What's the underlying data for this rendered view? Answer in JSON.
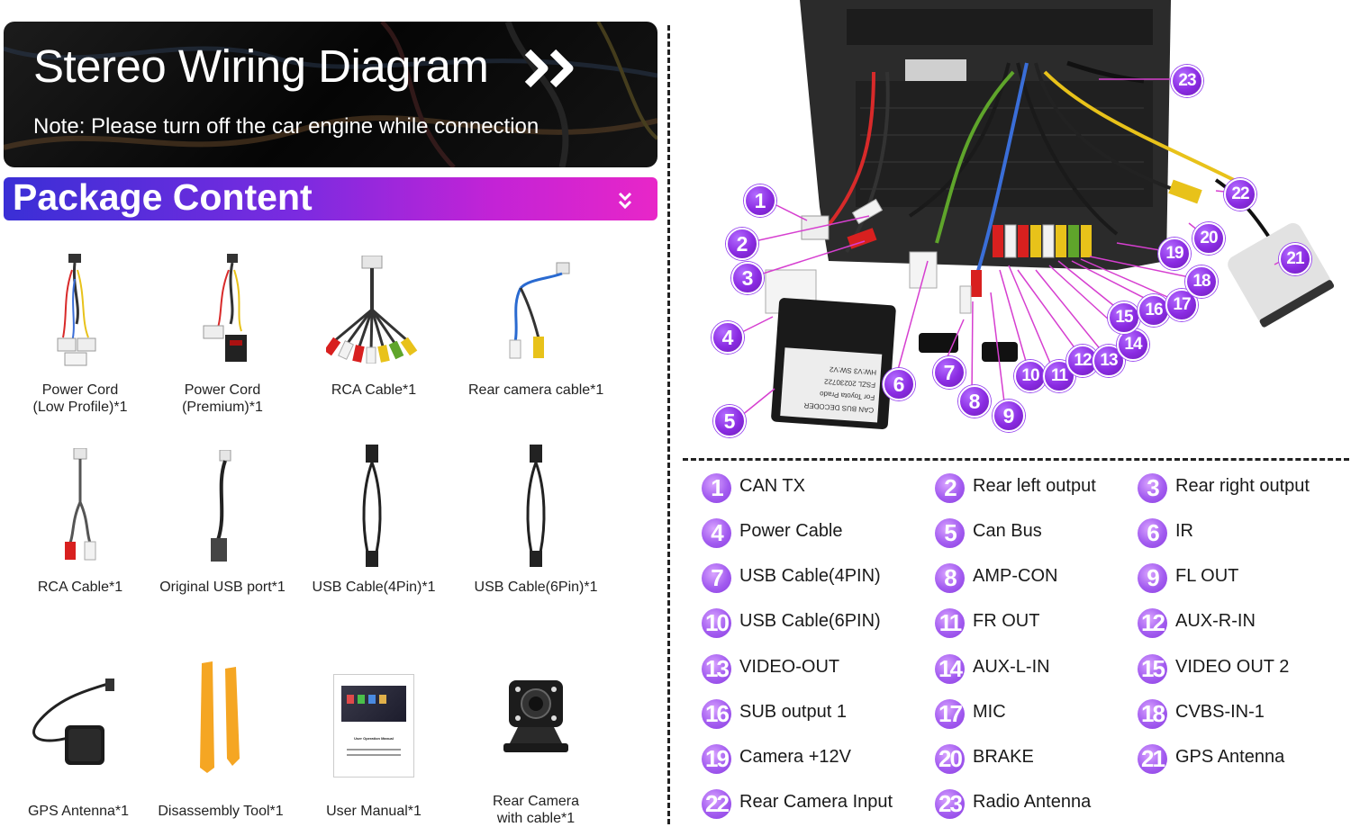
{
  "banner": {
    "title": "Stereo Wiring Diagram",
    "note": "Note: Please turn off the car engine while connection"
  },
  "package": {
    "title": "Package Content",
    "items": [
      {
        "label": "Power Cord\n(Low Profile)*1",
        "icon": "power-cord-icon"
      },
      {
        "label": "Power Cord\n(Premium)*1",
        "icon": "power-cord-premium-icon"
      },
      {
        "label": "RCA Cable*1",
        "icon": "rca-cable-icon"
      },
      {
        "label": "Rear camera cable*1",
        "icon": "rear-camera-cable-icon"
      },
      {
        "label": "RCA Cable*1",
        "icon": "rca-cable-small-icon"
      },
      {
        "label": "Original USB port*1",
        "icon": "usb-port-icon"
      },
      {
        "label": "USB Cable(4Pin)*1",
        "icon": "usb-cable-4pin-icon"
      },
      {
        "label": "USB Cable(6Pin)*1",
        "icon": "usb-cable-6pin-icon"
      },
      {
        "label": "GPS Antenna*1",
        "icon": "gps-antenna-icon"
      },
      {
        "label": "Disassembly Tool*1",
        "icon": "pry-tool-icon"
      },
      {
        "label": "User Manual*1",
        "icon": "manual-icon"
      },
      {
        "label": "Rear Camera\nwith cable*1",
        "icon": "camera-icon"
      }
    ],
    "manual_cover_text": "User Operation Manual"
  },
  "decoder_label": [
    "CAN BUS DECODER",
    "For Toyota Prado",
    "FSZL 20230722",
    "HW:V3  SW:V2"
  ],
  "legend": [
    {
      "n": "1",
      "label": "CAN TX"
    },
    {
      "n": "2",
      "label": "Rear left output"
    },
    {
      "n": "3",
      "label": "Rear right output"
    },
    {
      "n": "4",
      "label": "Power Cable"
    },
    {
      "n": "5",
      "label": "Can Bus"
    },
    {
      "n": "6",
      "label": "IR"
    },
    {
      "n": "7",
      "label": "USB Cable(4PIN)"
    },
    {
      "n": "8",
      "label": "AMP-CON"
    },
    {
      "n": "9",
      "label": "FL OUT"
    },
    {
      "n": "10",
      "label": "USB Cable(6PIN)"
    },
    {
      "n": "11",
      "label": "FR OUT"
    },
    {
      "n": "12",
      "label": "AUX-R-IN"
    },
    {
      "n": "13",
      "label": "VIDEO-OUT"
    },
    {
      "n": "14",
      "label": "AUX-L-IN"
    },
    {
      "n": "15",
      "label": "VIDEO OUT 2"
    },
    {
      "n": "16",
      "label": "SUB output 1"
    },
    {
      "n": "17",
      "label": "MIC"
    },
    {
      "n": "18",
      "label": "CVBS-IN-1"
    },
    {
      "n": "19",
      "label": "Camera +12V"
    },
    {
      "n": "20",
      "label": "BRAKE"
    },
    {
      "n": "21",
      "label": "GPS Antenna"
    },
    {
      "n": "22",
      "label": "Rear Camera Input"
    },
    {
      "n": "23",
      "label": "Radio Antenna"
    }
  ],
  "colors": {
    "badge_purple": "#8a2be2",
    "bar_start": "#3a2fd6",
    "bar_end": "#e826c8",
    "rca_red": "#d8201f",
    "rca_white": "#f2f2f2",
    "rca_yellow": "#e8c21a",
    "rca_green": "#5fa52b",
    "tool_orange": "#f5a623"
  }
}
